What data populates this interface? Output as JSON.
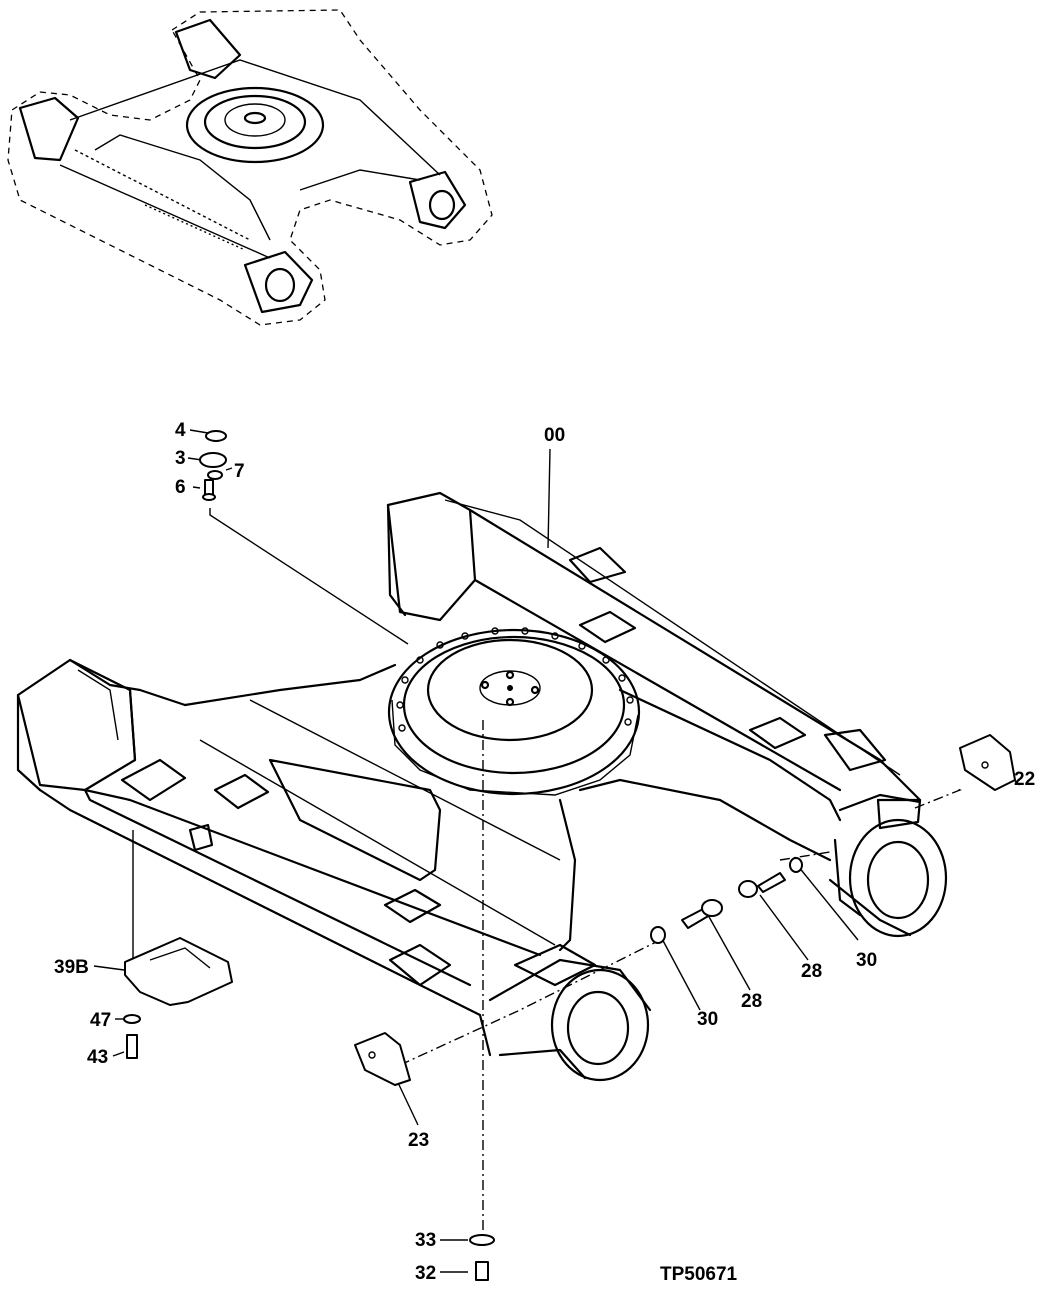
{
  "drawing_id": "TP50671",
  "callouts": {
    "c4": "4",
    "c3": "3",
    "c7": "7",
    "c6": "6",
    "c00": "00",
    "c22": "22",
    "c39b": "39B",
    "c47": "47",
    "c43": "43",
    "c30a": "30",
    "c28a": "28",
    "c28b": "28",
    "c30b": "30",
    "c23": "23",
    "c33": "33",
    "c32": "32"
  }
}
